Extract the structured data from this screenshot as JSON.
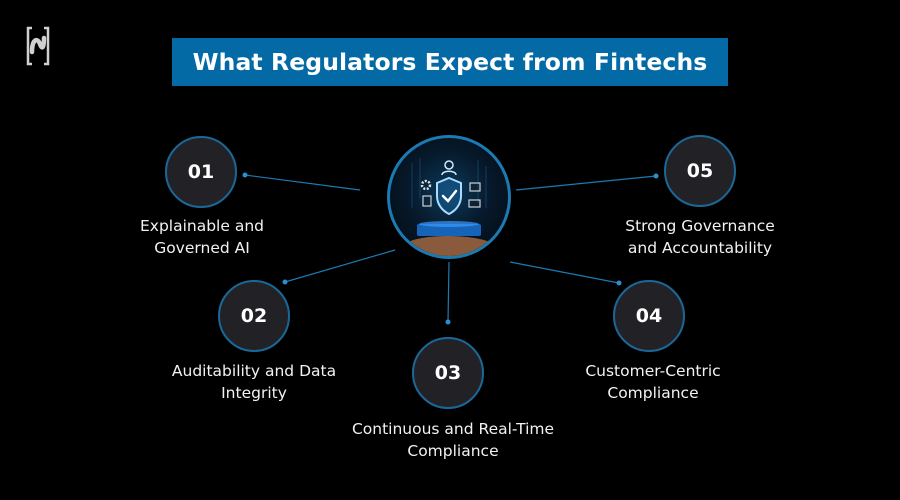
{
  "logo": {
    "icon": "n-bracket-logo-icon"
  },
  "header": {
    "title": "What Regulators Expect from Fintechs"
  },
  "colors": {
    "background": "#000000",
    "accent": "#046aa6",
    "circle_fill": "#222226",
    "circle_border": "#1a6898",
    "line": "#1c7ab3"
  },
  "center": {
    "icon": "security-shield-check-icon"
  },
  "items": [
    {
      "number": "01",
      "line1": "Explainable and",
      "line2": "Governed AI"
    },
    {
      "number": "02",
      "line1": "Auditability and Data",
      "line2": "Integrity"
    },
    {
      "number": "03",
      "line1": "Continuous and Real-Time",
      "line2": "Compliance"
    },
    {
      "number": "04",
      "line1": "Customer-Centric",
      "line2": "Compliance"
    },
    {
      "number": "05",
      "line1": "Strong Governance",
      "line2": "and Accountability"
    }
  ]
}
